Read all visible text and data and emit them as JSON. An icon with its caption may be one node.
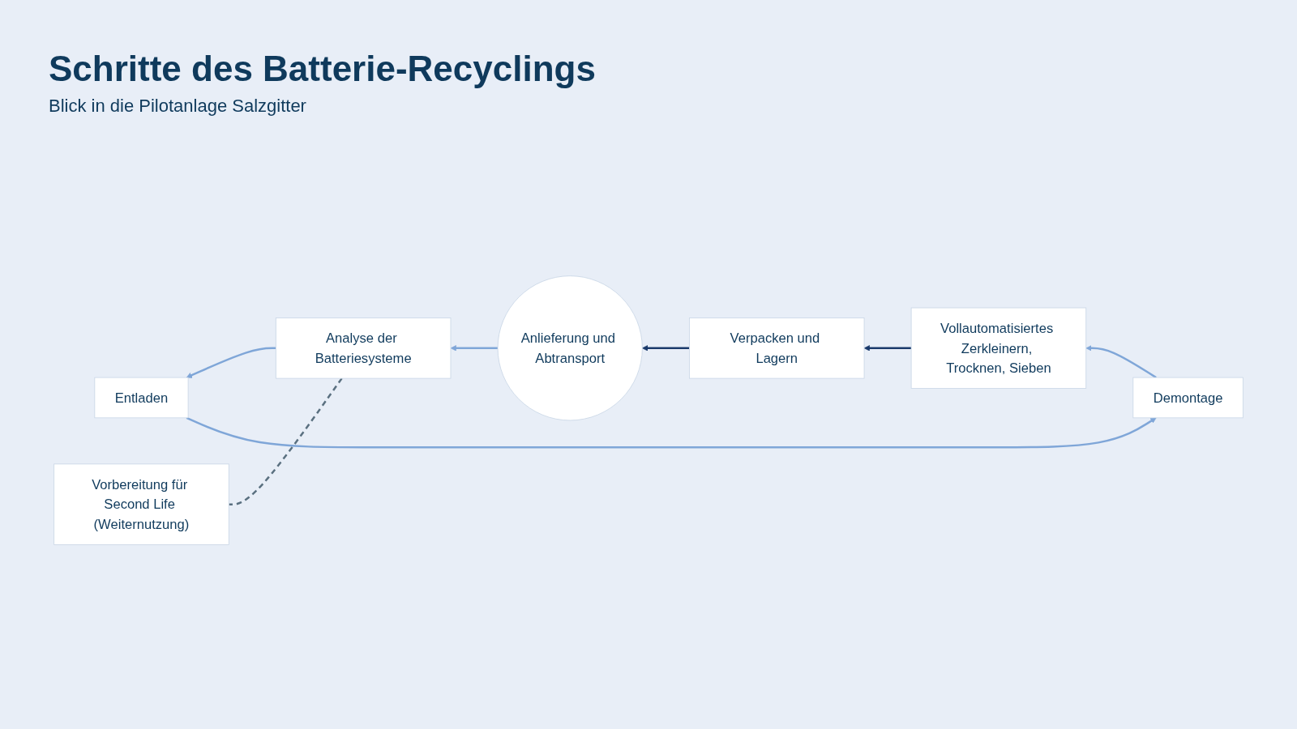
{
  "diagram": {
    "title": "Schritte des Batterie-Recyclings",
    "caption": "Blick in die Pilotanlage Salzgitter",
    "nodes": [
      {
        "text": [
          "Vorbereitung für Second Life (Weiternutzung)"
        ]
      },
      {
        "text": [
          "Demontage"
        ]
      },
      {
        "text": [
          "Entladen"
        ]
      },
      {
        "text": [
          "Analyse der Batteriesysteme"
        ]
      },
      {
        "text": [
          "Vollautomatisiertes Zerkleinern, Trocknen, Sieben"
        ]
      },
      {
        "text": [
          "Verpacken und Lagern"
        ]
      },
      {
        "text": [
          "Anlieferung und Abtransport"
        ]
      }
    ],
    "edges": [
      {
        "from": 6,
        "to": 3,
        "arrow": "to",
        "color": "#7fa6d8"
      },
      {
        "from": 3,
        "to": 2,
        "arrow": "to",
        "color": "#7fa6d8"
      },
      {
        "from": 2,
        "to": 1,
        "arrow": "to",
        "color": "#7fa6d8"
      },
      {
        "from": 1,
        "to": 4,
        "arrow": "to",
        "color": "#7fa6d8"
      },
      {
        "from": 4,
        "to": 5,
        "arrow": "to",
        "color": "#1a3a6b"
      },
      {
        "from": 5,
        "to": 6,
        "arrow": "to",
        "color": "#1a3a6b"
      },
      {
        "from": 3,
        "to": 0,
        "arrow": "none",
        "style": "dashed",
        "color": "#5a7080"
      }
    ]
  }
}
